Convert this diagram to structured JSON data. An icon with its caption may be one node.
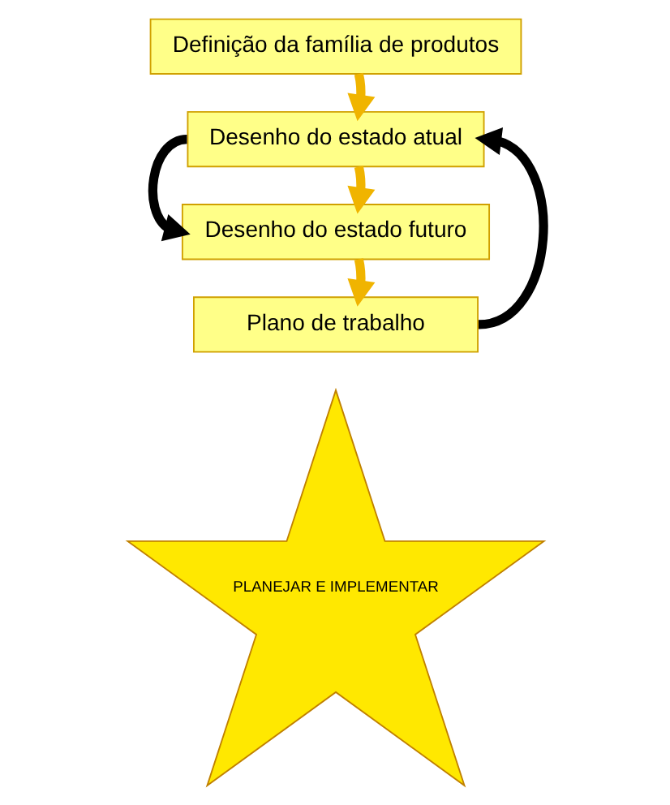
{
  "diagram": {
    "nodes": [
      {
        "text": [
          "Definição da família de produtos"
        ]
      },
      {
        "text": [
          "Desenho do estado atual"
        ]
      },
      {
        "text": [
          "Desenho do estado futuro"
        ]
      },
      {
        "text": [
          "Plano de trabalho"
        ]
      },
      {
        "text": [
          "PLANEJAR E IMPLEMENTAR"
        ]
      }
    ],
    "edges": [
      {
        "from": 0,
        "to": 1,
        "arrow": "to"
      },
      {
        "from": 1,
        "to": 2,
        "arrow": "to"
      },
      {
        "from": 2,
        "to": 3,
        "arrow": "to"
      },
      {
        "from": 1,
        "to": 2,
        "arrow": "to",
        "color": "#000000"
      },
      {
        "from": 3,
        "to": 1,
        "arrow": "to",
        "color": "#000000"
      }
    ]
  }
}
